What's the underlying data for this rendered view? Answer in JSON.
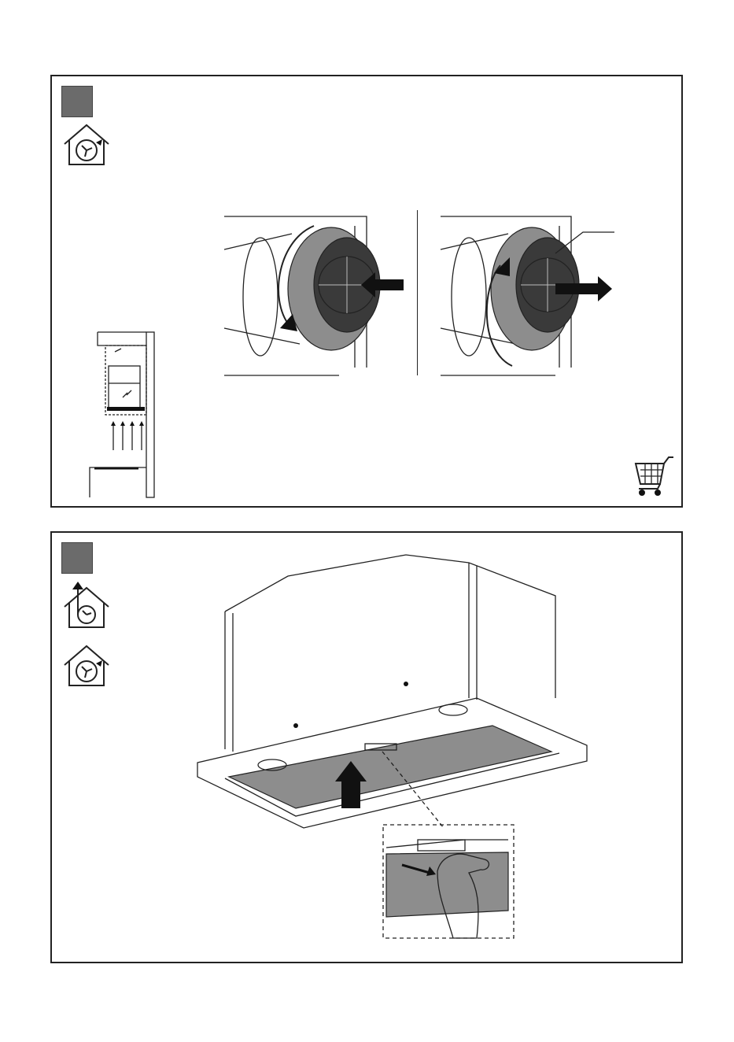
{
  "panels": [
    {
      "id": "filter-replacement",
      "icons": [
        "recirculation-mode-icon"
      ],
      "illustrations": [
        "installation-side-view",
        "filter-remove-view",
        "filter-install-view"
      ],
      "extra_icons": [
        "shopping-cart-icon"
      ]
    },
    {
      "id": "grease-filter-removal",
      "icons": [
        "extraction-mode-icon",
        "recirculation-mode-icon"
      ],
      "illustrations": [
        "hood-overview",
        "filter-latch-detail"
      ]
    }
  ],
  "colors": {
    "step_badge": "#6b6b6b",
    "filter": "#8d8d8d",
    "carbon_filter": "#3a3a3a"
  }
}
